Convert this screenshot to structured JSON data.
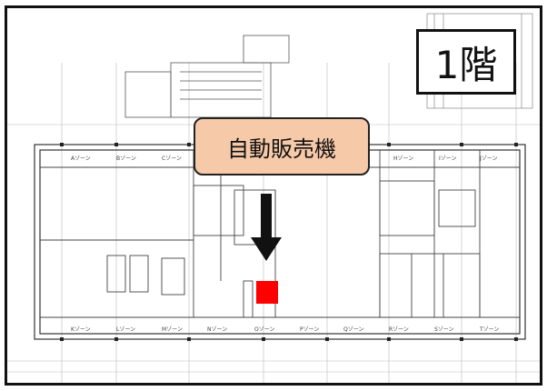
{
  "floor_label": "1階",
  "callout_label": "自動販売機",
  "marker_color": "#ff0000",
  "callout_color": "#f6c9a8",
  "zone_labels": [
    "Aゾーン",
    "Bゾーン",
    "Cゾーン",
    "Hゾーン",
    "Iゾーン",
    "Jゾーン",
    "Kゾーン",
    "Lゾーン",
    "Mゾーン",
    "Nゾーン",
    "Oゾーン",
    "Pゾーン",
    "Qゾーン",
    "Rゾーン",
    "Sゾーン",
    "Tゾーン"
  ]
}
